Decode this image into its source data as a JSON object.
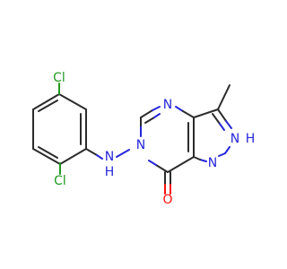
{
  "molecule": {
    "atom_labels": {
      "cl_top": "Cl",
      "cl_bottom": "Cl",
      "nh_link": "N",
      "nh_link_h": "H",
      "n_ring": "N",
      "n_top": "N",
      "nh_pyrazole": "N",
      "nh_pyrazole_h": "H",
      "n_pyrazole": "N",
      "o": "O"
    },
    "colors": {
      "bond": "#2b2b2b",
      "chlorine": "#1f9a1f",
      "nitrogen": "#2626d9",
      "oxygen": "#ff1010"
    }
  }
}
